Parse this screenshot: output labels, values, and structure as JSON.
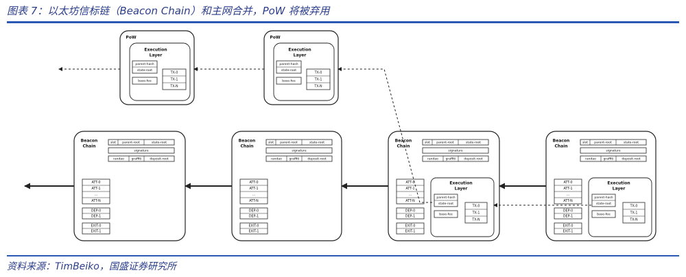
{
  "title": "图表 7：以太坊信标链（Beacon Chain）和主网合并，PoW 将被弃用",
  "source": "资料来源：TimBeiko，国盛证券研究所",
  "labels": {
    "pow": "PoW",
    "beacon": "Beacon",
    "chain": "Chain",
    "execution": "Execution",
    "layer": "Layer",
    "parent_hash": "parent-hash",
    "state_root": "state-root",
    "base_fee": "base-fee",
    "tx0": "TX-0",
    "tx1": "TX-1",
    "txn": "TX-N",
    "slot": "slot",
    "parent_root": "parent-root",
    "state_root_b": "state-root",
    "signature": "signature",
    "randao": "randao",
    "graffiti": "graffiti",
    "deposit_root": "deposit-root",
    "att0": "ATT-0",
    "att1": "ATT-1",
    "ellipsis": "...",
    "attn": "ATT-N",
    "dep0": "DEP-0",
    "dep1": "DEP-1",
    "exit0": "EXIT-0",
    "exit1": "EXIT-1"
  },
  "colors": {
    "accent": "#2b58b4",
    "title_text": "#2b3e8a",
    "line": "#222222"
  }
}
